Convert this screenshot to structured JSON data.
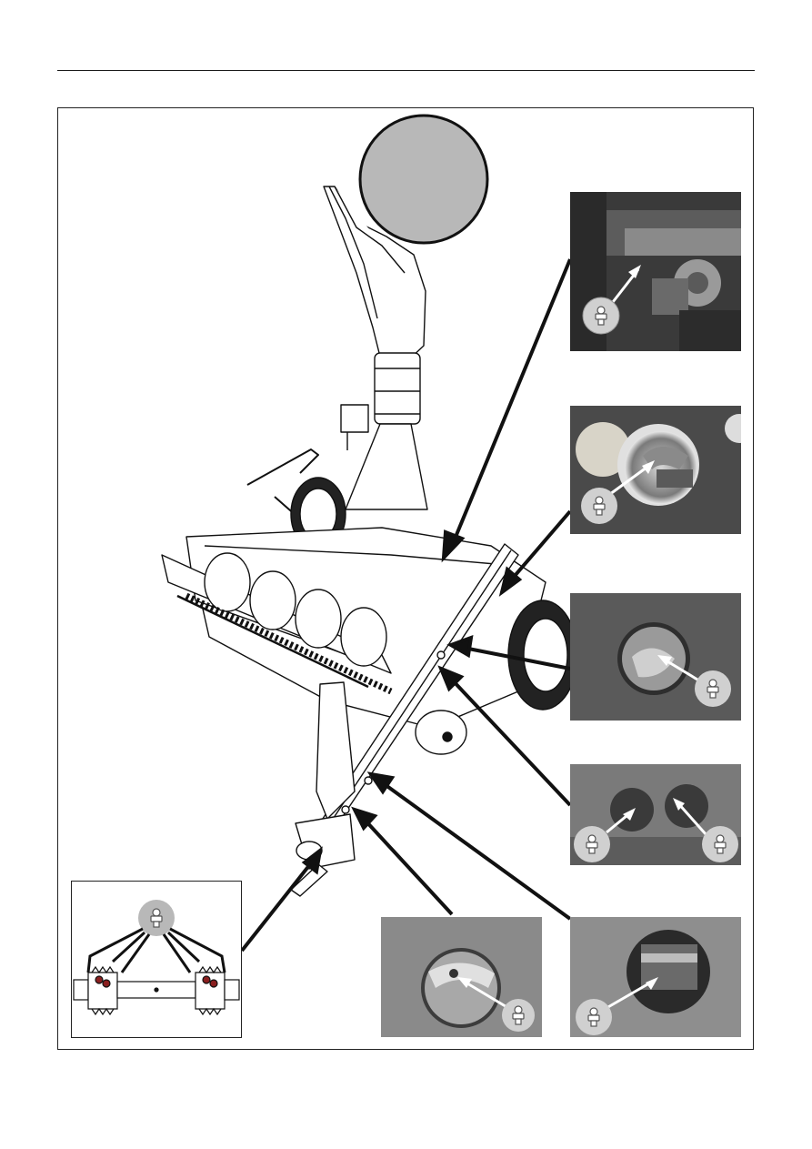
{
  "page": {
    "icons": {
      "grease_nipple": "grease-nipple-icon",
      "arrow": "pointer-arrow"
    },
    "colors": {
      "rule": "#1a1a1a",
      "frame": "#222222",
      "callout_circle": "#b8b8b8",
      "pointer": "#111111",
      "photo_dark": "#3c3c3c",
      "photo_mid": "#8a8a8a",
      "photo_light": "#c9c9c9"
    },
    "figure": {
      "machine": "forage-harvester-line-drawing",
      "photos": [
        "drive-shaft-joint-grease-point",
        "rotor-bearing-access-hole",
        "fan-bearing-access-hole",
        "double-access-holes",
        "lower-bearing-access-hole",
        "belt-shaft-access-hole"
      ],
      "inset": "pto-shaft-grease-points"
    }
  }
}
